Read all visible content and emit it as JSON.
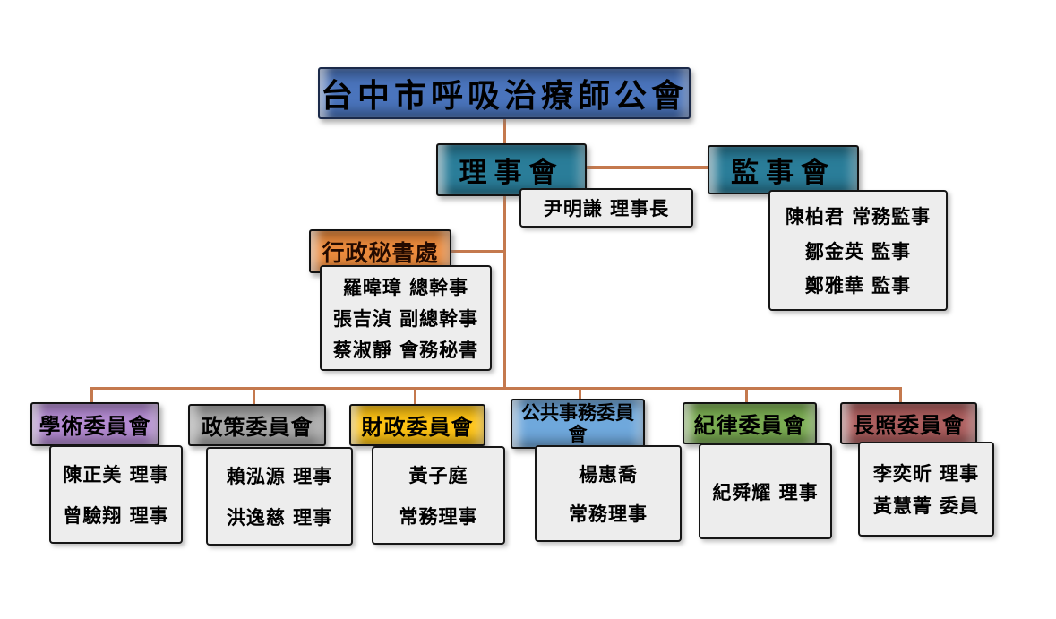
{
  "org": {
    "root": {
      "label": "台中市呼吸治療師公會",
      "color": "#4a74bc"
    },
    "board": {
      "label": "理事會",
      "color": "#2a7d99",
      "chair": "尹明謙  理事長"
    },
    "supervisors": {
      "label": "監事會",
      "color": "#2a7d99",
      "members": [
        "陳柏君  常務監事",
        "鄒金英  監事",
        "鄭雅華  監事"
      ]
    },
    "secretariat": {
      "label": "行政秘書處",
      "color": "#ec8b3d",
      "members": [
        "羅暐璋  總幹事",
        "張吉湞  副總幹事",
        "蔡淑靜  會務秘書"
      ]
    },
    "committees": [
      {
        "label": "學術委員會",
        "color": "#b48bd2",
        "members": [
          "陳正美  理事",
          "曾驗翔  理事"
        ]
      },
      {
        "label": "政策委員會",
        "color": "#a9a9a9",
        "members": [
          "賴泓源  理事",
          "洪逸慈  理事"
        ]
      },
      {
        "label": "財政委員會",
        "color": "#ffc414",
        "members": [
          "黃子庭",
          "常務理事"
        ]
      },
      {
        "label": "公共事務委員會",
        "color": "#6fa8dc",
        "members": [
          "楊惠喬",
          "常務理事"
        ]
      },
      {
        "label": "紀律委員會",
        "color": "#7cae53",
        "members": [
          "紀舜耀  理事"
        ]
      },
      {
        "label": "長照委員會",
        "color": "#ae5f5f",
        "members": [
          "李奕昕  理事",
          "黃慧菁  委員"
        ]
      }
    ],
    "connector_color": "#c4794e",
    "member_box_color": "#ededed"
  }
}
